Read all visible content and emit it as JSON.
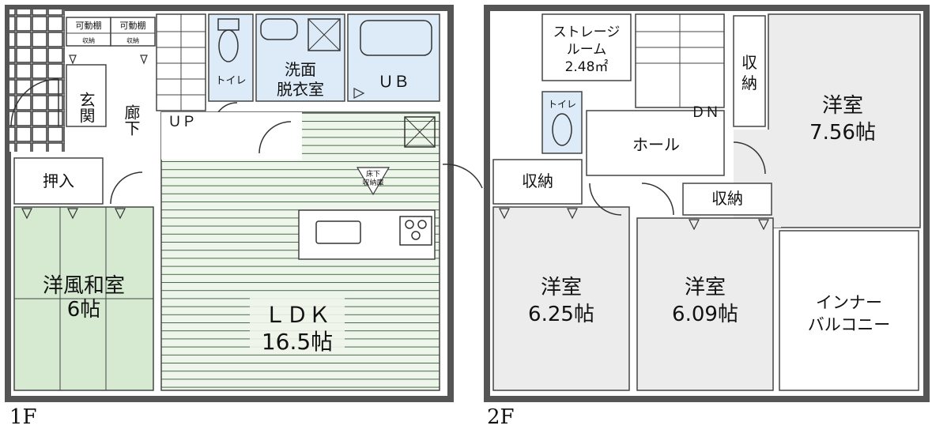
{
  "floor1": {
    "label": "1F",
    "rooms": {
      "shelf_a": "可動棚",
      "shelf_a_sub": "収納",
      "shelf_b": "可動棚",
      "shelf_b_sub": "収納",
      "entrance": "玄関",
      "corridor": "廊下",
      "up": "ＵＰ",
      "toilet": "トイレ",
      "washroom_l1": "洗面",
      "washroom_l2": "脱衣室",
      "bath": "ＵＢ",
      "closet": "押入",
      "washitsu_l1": "洋風和室",
      "washitsu_l2": "6帖",
      "ldk_l1": "ＬＤＫ",
      "ldk_l2": "16.5帖",
      "underfloor_l1": "床下",
      "underfloor_l2": "収納庫"
    }
  },
  "floor2": {
    "label": "2F",
    "rooms": {
      "storage_l1": "ストレージ",
      "storage_l2": "ルーム",
      "storage_l3": "2.48㎡",
      "toilet": "トイレ",
      "dn": "ＤＮ",
      "hall": "ホール",
      "closet_tall_l1": "収",
      "closet_tall_l2": "納",
      "room_a_l1": "洋室",
      "room_a_l2": "7.56帖",
      "closet_b": "収納",
      "closet_c": "収納",
      "room_b_l1": "洋室",
      "room_b_l2": "6.25帖",
      "room_c_l1": "洋室",
      "room_c_l2": "6.09帖",
      "balcony_l1": "インナー",
      "balcony_l2": "バルコニー"
    }
  },
  "colors": {
    "wall": "#555555",
    "ldk_floor": "#eef5ea",
    "ldk_stripe": "#4a6a4a",
    "washitsu": "#d6ead2",
    "wet_area": "#dcebf7",
    "room_grey": "#ececec",
    "white": "#ffffff"
  }
}
